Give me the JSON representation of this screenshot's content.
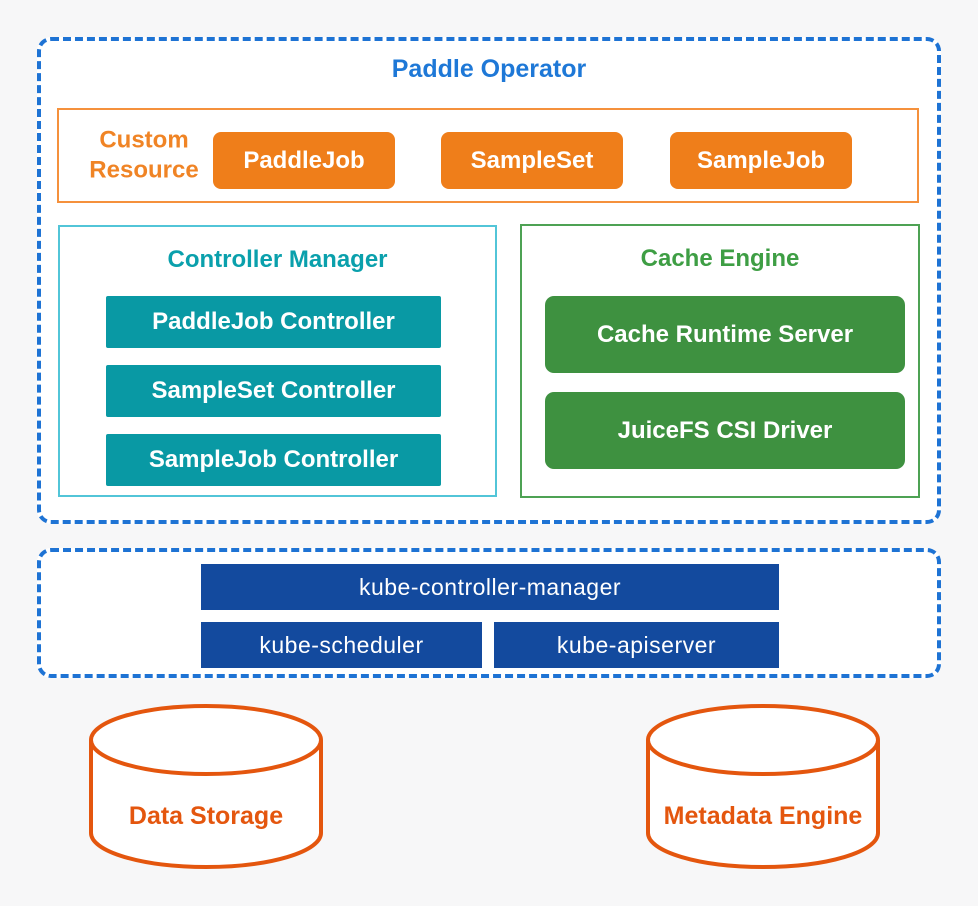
{
  "palette": {
    "background": "#f7f7f8",
    "panel_bg": "#ffffff",
    "dashed_border_blue": "#1e73d4",
    "title_blue": "#1e78d7",
    "orange_fill": "#ef7e1a",
    "orange_text": "#f08425",
    "orange_border": "#f5913c",
    "teal_fill": "#0999a4",
    "teal_border": "#52c5d8",
    "teal_title": "#0aa0ac",
    "green_fill": "#3e9140",
    "green_border": "#4ea254",
    "green_title": "#3e9e44",
    "kube_blue_fill": "#134a9e",
    "cylinder_orange": "#e4560e"
  },
  "paddle_operator": {
    "title": "Paddle Operator",
    "custom_resource": {
      "label": "Custom Resource",
      "items": [
        "PaddleJob",
        "SampleSet",
        "SampleJob"
      ]
    },
    "controller_manager": {
      "title": "Controller Manager",
      "items": [
        "PaddleJob Controller",
        "SampleSet Controller",
        "SampleJob Controller"
      ]
    },
    "cache_engine": {
      "title": "Cache Engine",
      "items": [
        "Cache Runtime Server",
        "JuiceFS CSI Driver"
      ]
    }
  },
  "kubernetes": {
    "items": [
      "kube-controller-manager",
      "kube-scheduler",
      "kube-apiserver"
    ]
  },
  "storage": {
    "data_storage_label": "Data Storage",
    "metadata_engine_label": "Metadata Engine"
  }
}
